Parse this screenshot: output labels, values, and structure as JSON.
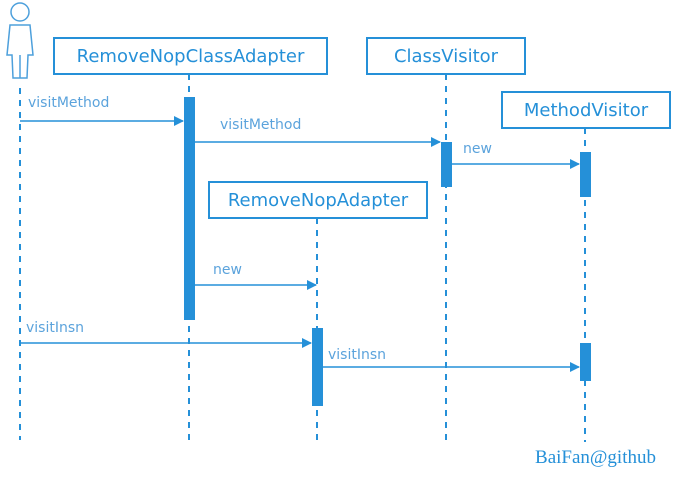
{
  "colors": {
    "primary": "#2590d8",
    "lifeline": "#2590d8",
    "label": "#5ba3dc",
    "actor": "#4da0dc",
    "background": "#ffffff"
  },
  "participants": {
    "removeNopClassAdapter": "RemoveNopClassAdapter",
    "classVisitor": "ClassVisitor",
    "methodVisitor": "MethodVisitor",
    "removeNopAdapter": "RemoveNopAdapter"
  },
  "messages": {
    "m1": "visitMethod",
    "m2": "visitMethod",
    "m3": "new",
    "m4": "new",
    "m5": "visitInsn",
    "m6": "visitInsn"
  },
  "actor": {
    "icon": "person-icon"
  },
  "watermark": "BaiFan@github"
}
